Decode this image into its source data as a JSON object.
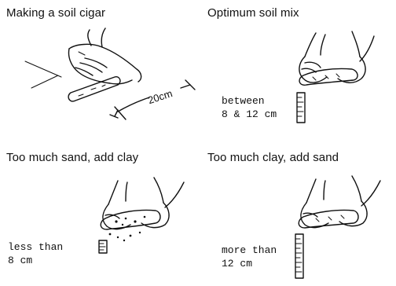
{
  "panels": {
    "making": {
      "title": "Making a soil cigar",
      "measure_label": "20cm"
    },
    "optimum": {
      "title": "Optimum soil mix",
      "caption_line1": "between",
      "caption_line2": "8 & 12 cm"
    },
    "sand": {
      "title": "Too much sand, add clay",
      "caption_line1": "less than",
      "caption_line2": "8 cm"
    },
    "clay": {
      "title": "Too much clay, add sand",
      "caption_line1": "more than",
      "caption_line2": "12 cm"
    }
  }
}
